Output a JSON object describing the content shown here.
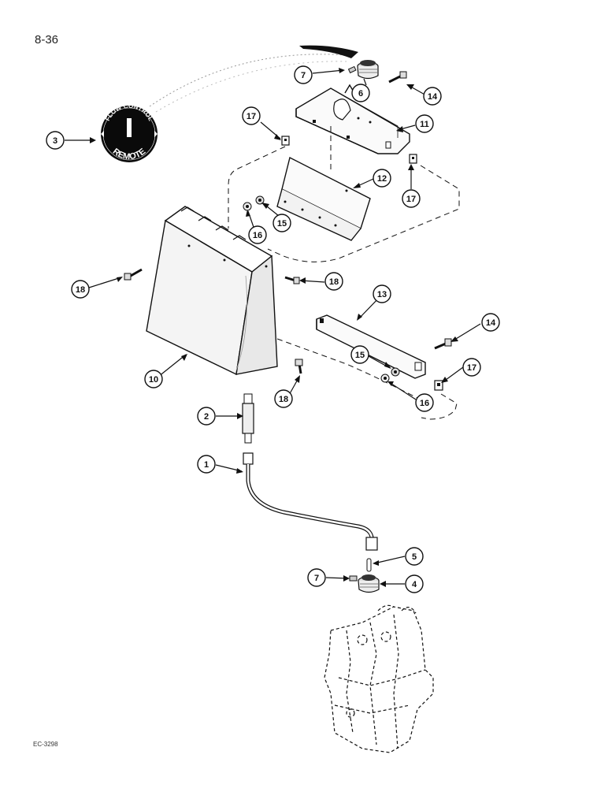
{
  "page": {
    "number": "8-36",
    "drawing_code": "EC-3298"
  },
  "dial": {
    "top_text": "FLOW CONTROL",
    "bottom_text": "REMOTE"
  },
  "callouts": [
    {
      "id": "c1",
      "label": "1"
    },
    {
      "id": "c2",
      "label": "2"
    },
    {
      "id": "c3",
      "label": "3"
    },
    {
      "id": "c4",
      "label": "4"
    },
    {
      "id": "c5",
      "label": "5"
    },
    {
      "id": "c6",
      "label": "6"
    },
    {
      "id": "c7a",
      "label": "7"
    },
    {
      "id": "c7b",
      "label": "7"
    },
    {
      "id": "c10",
      "label": "10"
    },
    {
      "id": "c11",
      "label": "11"
    },
    {
      "id": "c12",
      "label": "12"
    },
    {
      "id": "c13",
      "label": "13"
    },
    {
      "id": "c14a",
      "label": "14"
    },
    {
      "id": "c14b",
      "label": "14"
    },
    {
      "id": "c15a",
      "label": "15"
    },
    {
      "id": "c15b",
      "label": "15"
    },
    {
      "id": "c16a",
      "label": "16"
    },
    {
      "id": "c16b",
      "label": "16"
    },
    {
      "id": "c17a",
      "label": "17"
    },
    {
      "id": "c17b",
      "label": "17"
    },
    {
      "id": "c17c",
      "label": "17"
    },
    {
      "id": "c18a",
      "label": "18"
    },
    {
      "id": "c18b",
      "label": "18"
    },
    {
      "id": "c18c",
      "label": "18"
    }
  ]
}
